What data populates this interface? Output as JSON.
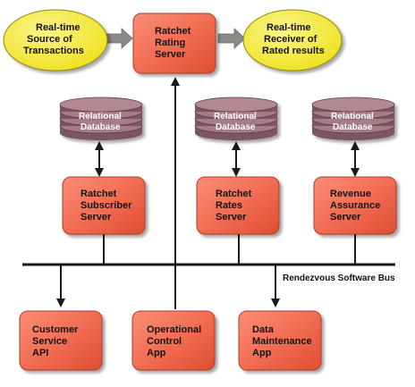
{
  "ovals": {
    "source": [
      "Real-time",
      "Source of",
      "Transactions"
    ],
    "receiver": [
      "Real-time",
      "Receiver of",
      "Rated results"
    ]
  },
  "servers": {
    "rating": [
      "Ratchet",
      "Rating",
      "Server"
    ],
    "subscriber": [
      "Ratchet",
      "Subscriber",
      "Server"
    ],
    "rates": [
      "Ratchet",
      "Rates",
      "Server"
    ],
    "revenue": [
      "Revenue",
      "Assurance",
      "Server"
    ]
  },
  "databases": {
    "db1": [
      "Relational",
      "Database"
    ],
    "db2": [
      "Relational",
      "Database"
    ],
    "db3": [
      "Relational",
      "Database"
    ]
  },
  "apps": {
    "customer": [
      "Customer",
      "Service",
      "API"
    ],
    "operational": [
      "Operational",
      "Control",
      "App"
    ],
    "maintenance": [
      "Data",
      "Maintenance",
      "App"
    ]
  },
  "bus": {
    "label": "Rendezvous Software Bus"
  },
  "colors": {
    "box_fill": "#f06a50",
    "box_stroke": "#b33a25",
    "oval_fill": "#f5ea3a",
    "disk_fill": "#a87b86",
    "line": "#1a1a1a",
    "arrow_gray": "#8a8a8a"
  }
}
